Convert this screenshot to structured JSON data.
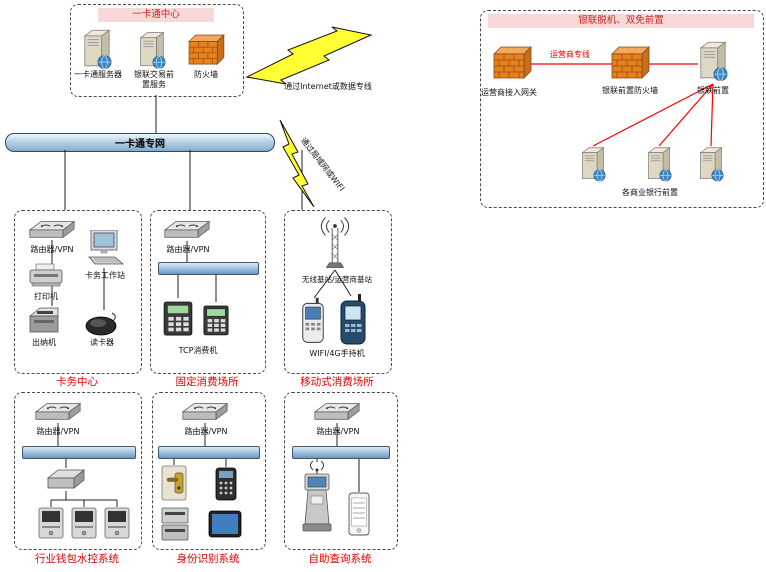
{
  "colors": {
    "accent_red": "#e40000",
    "header_pink": "#f9d8d8",
    "bolt_yellow": "#ffff33",
    "pipe_blue": "#b7d3e8"
  },
  "top_center": {
    "title": "一卡通中心",
    "server_label": "一卡通服务器",
    "unionpay_service_label": "银联交易前置服务",
    "firewall_label": "防火墙"
  },
  "internet_link_label": "通过Internet或数据专线",
  "pipe_label": "一卡通专网",
  "lan_link_label": "通过局域网或WIFI",
  "unionpay": {
    "title": "银联脱机、双免前置",
    "gateway_label": "运营商接入网关",
    "line_label": "运营商专线",
    "firewall_label": "银联前置防火墙",
    "front_label": "银联前置",
    "banks_label": "各商业银行前置"
  },
  "card_center": {
    "title": "卡务中心",
    "router_label": "路由器/VPN",
    "workstation_label": "卡务工作站",
    "printer_label": "打印机",
    "cashier_label": "出纳机",
    "reader_label": "读卡器"
  },
  "fixed_pos": {
    "title": "固定消费场所",
    "router_label": "路由器/VPN",
    "pos_label": "TCP消费机"
  },
  "mobile_pos": {
    "title": "移动式消费场所",
    "station_label": "无线基站/运营商基站",
    "handheld_label": "WIFI/4G手持机"
  },
  "water_sys": {
    "title": "行业钱包水控系统",
    "router_label": "路由器/VPN"
  },
  "identity_sys": {
    "title": "身份识别系统",
    "router_label": "路由器/VPN"
  },
  "query_sys": {
    "title": "自助查询系统",
    "router_label": "路由器/VPN"
  }
}
